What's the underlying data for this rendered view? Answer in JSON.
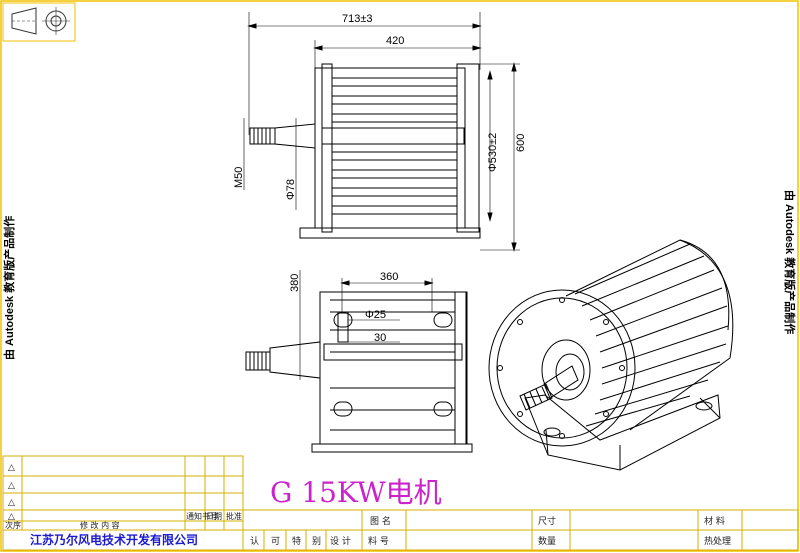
{
  "drawing": {
    "title": "G 15KW电机",
    "company": "江苏乃尔风电技术开发有限公司",
    "watermark": "由 Autodesk 教育版产品制作"
  },
  "dimensions": {
    "overall_length": "713±3",
    "body_length": "420",
    "height": "600",
    "flange_dia": "Φ530±2",
    "thread": "M50",
    "shaft_dia": "Φ78",
    "base_height": "380",
    "mount_spacing": "360",
    "hole_dia": "Φ25",
    "slot": "30"
  },
  "title_block": {
    "revision_marks": [
      "△",
      "△",
      "△",
      "△"
    ],
    "left_labels": [
      "次序",
      "修 改 内 容",
      "通知书号",
      "日期",
      "批准"
    ],
    "bottom_labels": [
      "认",
      "可",
      "特",
      "别",
      "设 计",
      "料 号"
    ],
    "field_labels": [
      "图 名",
      "尺寸",
      "材 料",
      "数量",
      "热处理"
    ]
  }
}
